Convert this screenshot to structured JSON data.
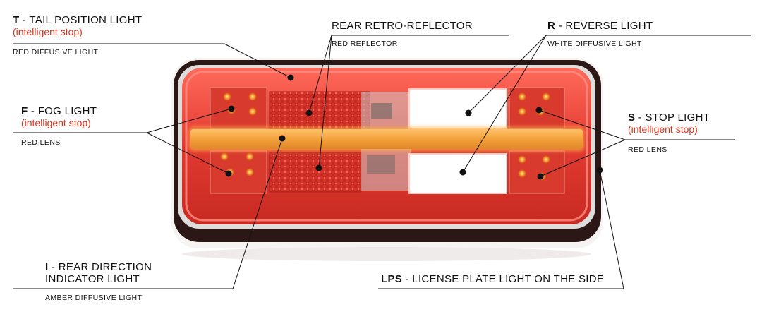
{
  "labels": {
    "tail": {
      "key": "T",
      "title": " - TAIL POSITION LIGHT",
      "note": "(intelligent stop)",
      "sub": "RED DIFFUSIVE LIGHT"
    },
    "retro": {
      "title": "REAR RETRO-REFLECTOR",
      "sub": "RED REFLECTOR"
    },
    "reverse": {
      "key": "R",
      "title": " - REVERSE LIGHT",
      "sub": "WHITE DIFFUSIVE LIGHT"
    },
    "fog": {
      "key": "F",
      "title": " - FOG LIGHT",
      "note": "(intelligent stop)",
      "sub": "RED LENS"
    },
    "stop": {
      "key": "S",
      "title": " - STOP LIGHT",
      "note": "(intelligent stop)",
      "sub": "RED LENS"
    },
    "indicator": {
      "key": "I",
      "title": " - REAR DIRECTION",
      "title2": "INDICATOR LIGHT",
      "sub": "AMBER DIFFUSIVE LIGHT"
    },
    "lps": {
      "key": "LPS",
      "title": " - LICENSE PLATE LIGHT ON THE SIDE"
    }
  },
  "colors": {
    "housing": "#2a1614",
    "lens": "#e4453b",
    "lens_edge": "#f06a5d",
    "amber": "#f2a13a",
    "reflector": "#c8281f",
    "white_window": "#ffffff",
    "accent_text": "#d8331b"
  }
}
